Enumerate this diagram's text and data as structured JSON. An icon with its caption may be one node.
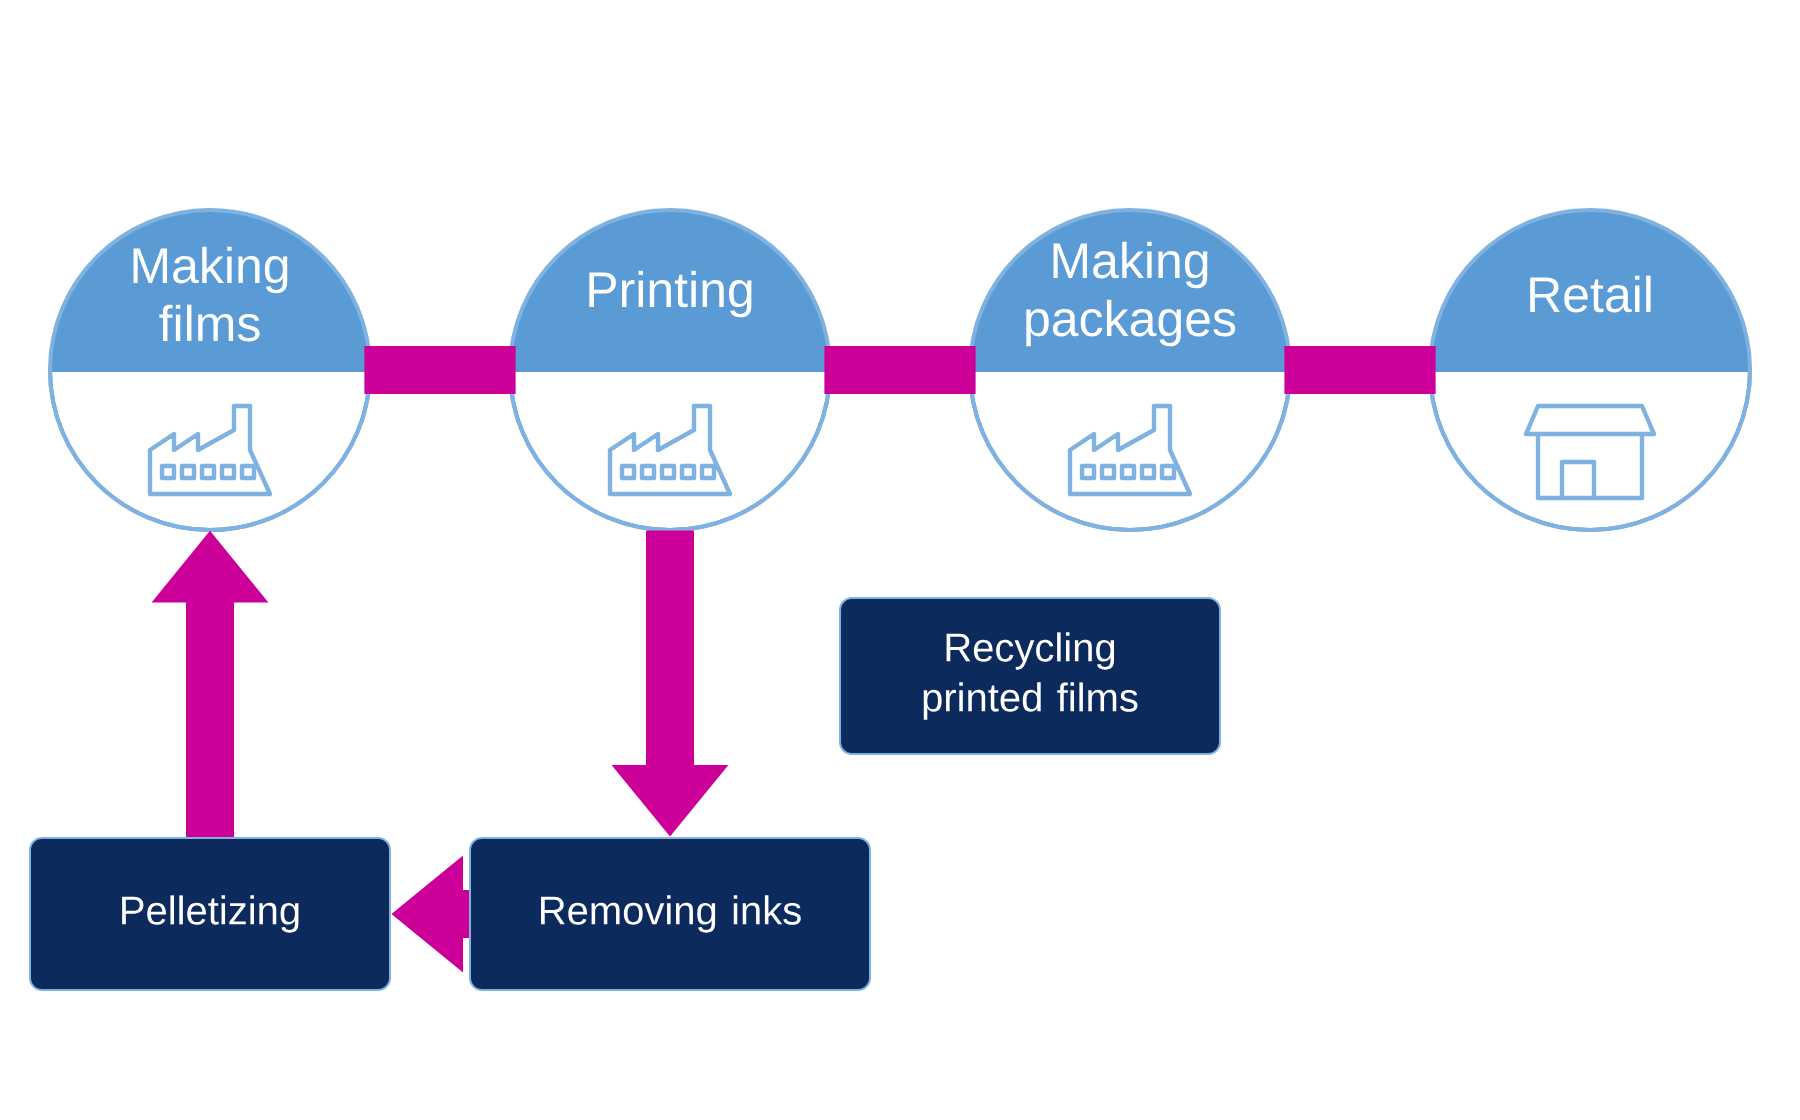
{
  "diagram": {
    "nodes": [
      {
        "text": [
          "Making films"
        ]
      },
      {
        "text": [
          "Printing"
        ]
      },
      {
        "text": [
          "Making packages"
        ]
      },
      {
        "text": [
          "Retail"
        ]
      },
      {
        "text": [
          "Recycling printed films"
        ]
      },
      {
        "text": [
          "Removing inks"
        ]
      },
      {
        "text": [
          "Pelletizing"
        ]
      }
    ],
    "edges": [
      {
        "from": 0,
        "to": 1,
        "arrow": "none"
      },
      {
        "from": 1,
        "to": 2,
        "arrow": "none"
      },
      {
        "from": 2,
        "to": 3,
        "arrow": "none"
      },
      {
        "from": 1,
        "to": 5,
        "arrow": "to"
      },
      {
        "from": 5,
        "to": 6,
        "arrow": "to"
      },
      {
        "from": 6,
        "to": 0,
        "arrow": "to"
      }
    ]
  }
}
